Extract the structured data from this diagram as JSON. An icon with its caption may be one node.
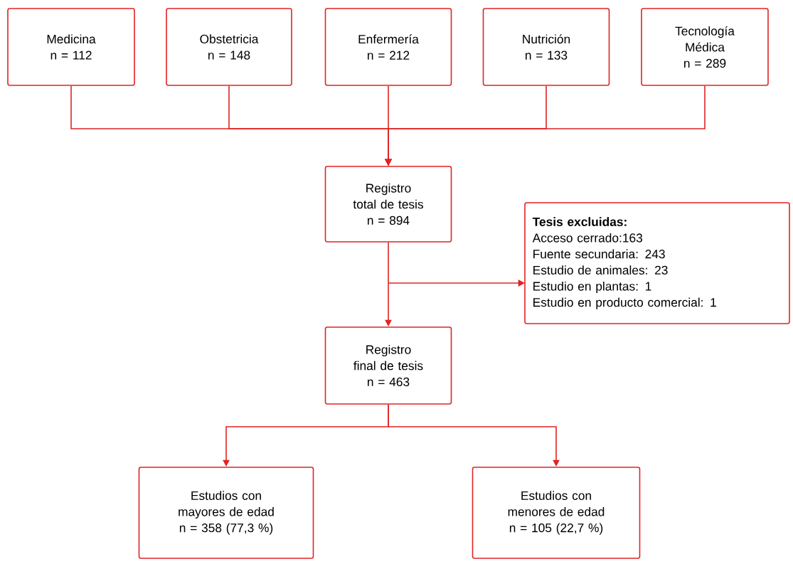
{
  "diagram": {
    "nodes": [
      {
        "text": [
          "Medicina",
          "n = 112"
        ]
      },
      {
        "text": [
          "Obstetricia",
          "n = 148"
        ]
      },
      {
        "text": [
          "Enfermería",
          "n = 212"
        ]
      },
      {
        "text": [
          "Nutrición",
          "n = 133"
        ]
      },
      {
        "text": [
          "Tecnología Médica",
          "n = 289"
        ]
      },
      {
        "text": [
          "Registro total de tesis",
          "n = 894"
        ]
      },
      {
        "text": [
          "Tesis excluidas:",
          "Acceso cerrado:163",
          "Fuente secundaria: 243",
          "Estudio de animales: 23",
          "Estudio en plantas: 1",
          "Estudio en producto comercial: 1"
        ]
      },
      {
        "text": [
          "Registro final de tesis",
          "n = 463"
        ]
      },
      {
        "text": [
          "Estudios con mayores de edad",
          "n = 358 (77,3 %)"
        ]
      },
      {
        "text": [
          "Estudios con menores de edad",
          "n = 105 (22,7 %)"
        ]
      }
    ],
    "edges": [
      {
        "from": 0,
        "to": 5,
        "arrow": "to"
      },
      {
        "from": 1,
        "to": 5,
        "arrow": "to"
      },
      {
        "from": 2,
        "to": 5,
        "arrow": "to"
      },
      {
        "from": 3,
        "to": 5,
        "arrow": "to"
      },
      {
        "from": 4,
        "to": 5,
        "arrow": "to"
      },
      {
        "from": 5,
        "to": 6,
        "arrow": "to"
      },
      {
        "from": 5,
        "to": 7,
        "arrow": "to"
      },
      {
        "from": 7,
        "to": 8,
        "arrow": "to"
      },
      {
        "from": 7,
        "to": 9,
        "arrow": "to"
      }
    ]
  }
}
